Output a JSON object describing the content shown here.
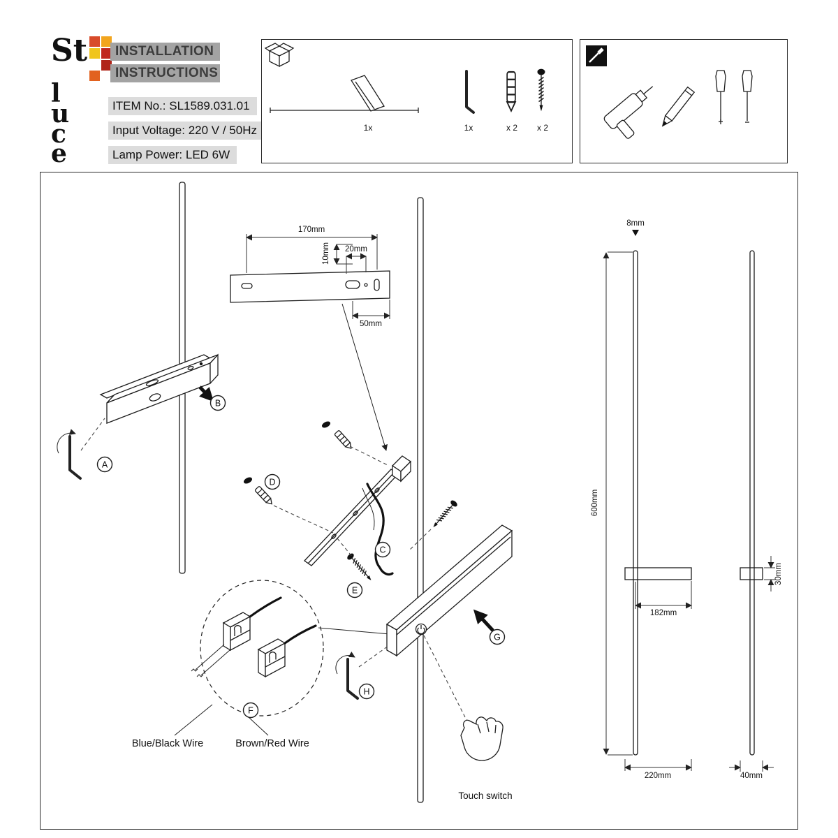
{
  "brand": {
    "logo_top": "St",
    "logo_bottom": "luce",
    "colors": [
      "#d84b2a",
      "#f2a51e",
      "#f0c51c",
      "#c0271f",
      "#b02418",
      "#e2621f"
    ]
  },
  "header": {
    "title_line1": "INSTALLATION",
    "title_line2": "INSTRUCTIONS",
    "item_no": "ITEM No.: SL1589.031.01",
    "input_voltage": "Input Voltage: 220 V / 50Hz",
    "lamp_power": "Lamp Power: LED 6W"
  },
  "parts": {
    "lamp_qty": "1x",
    "hex_key_qty": "1x",
    "anchor_qty": "x 2",
    "screw_qty": "x 2"
  },
  "diagram": {
    "steps": [
      "A",
      "B",
      "C",
      "D",
      "E",
      "F",
      "G",
      "H"
    ],
    "bracket_dims": {
      "length": "170mm",
      "height": "10mm",
      "slot_offset": "20mm",
      "end_offset": "50mm"
    },
    "product_dims": {
      "rod_width": "8mm",
      "rod_height": "600mm",
      "arm_length": "182mm",
      "arm_depth": "30mm",
      "base_span": "220mm",
      "side_span": "40mm"
    },
    "labels": {
      "wire_blue": "Blue/Black Wire",
      "wire_brown": "Brown/Red Wire",
      "touch_switch": "Touch switch"
    }
  }
}
